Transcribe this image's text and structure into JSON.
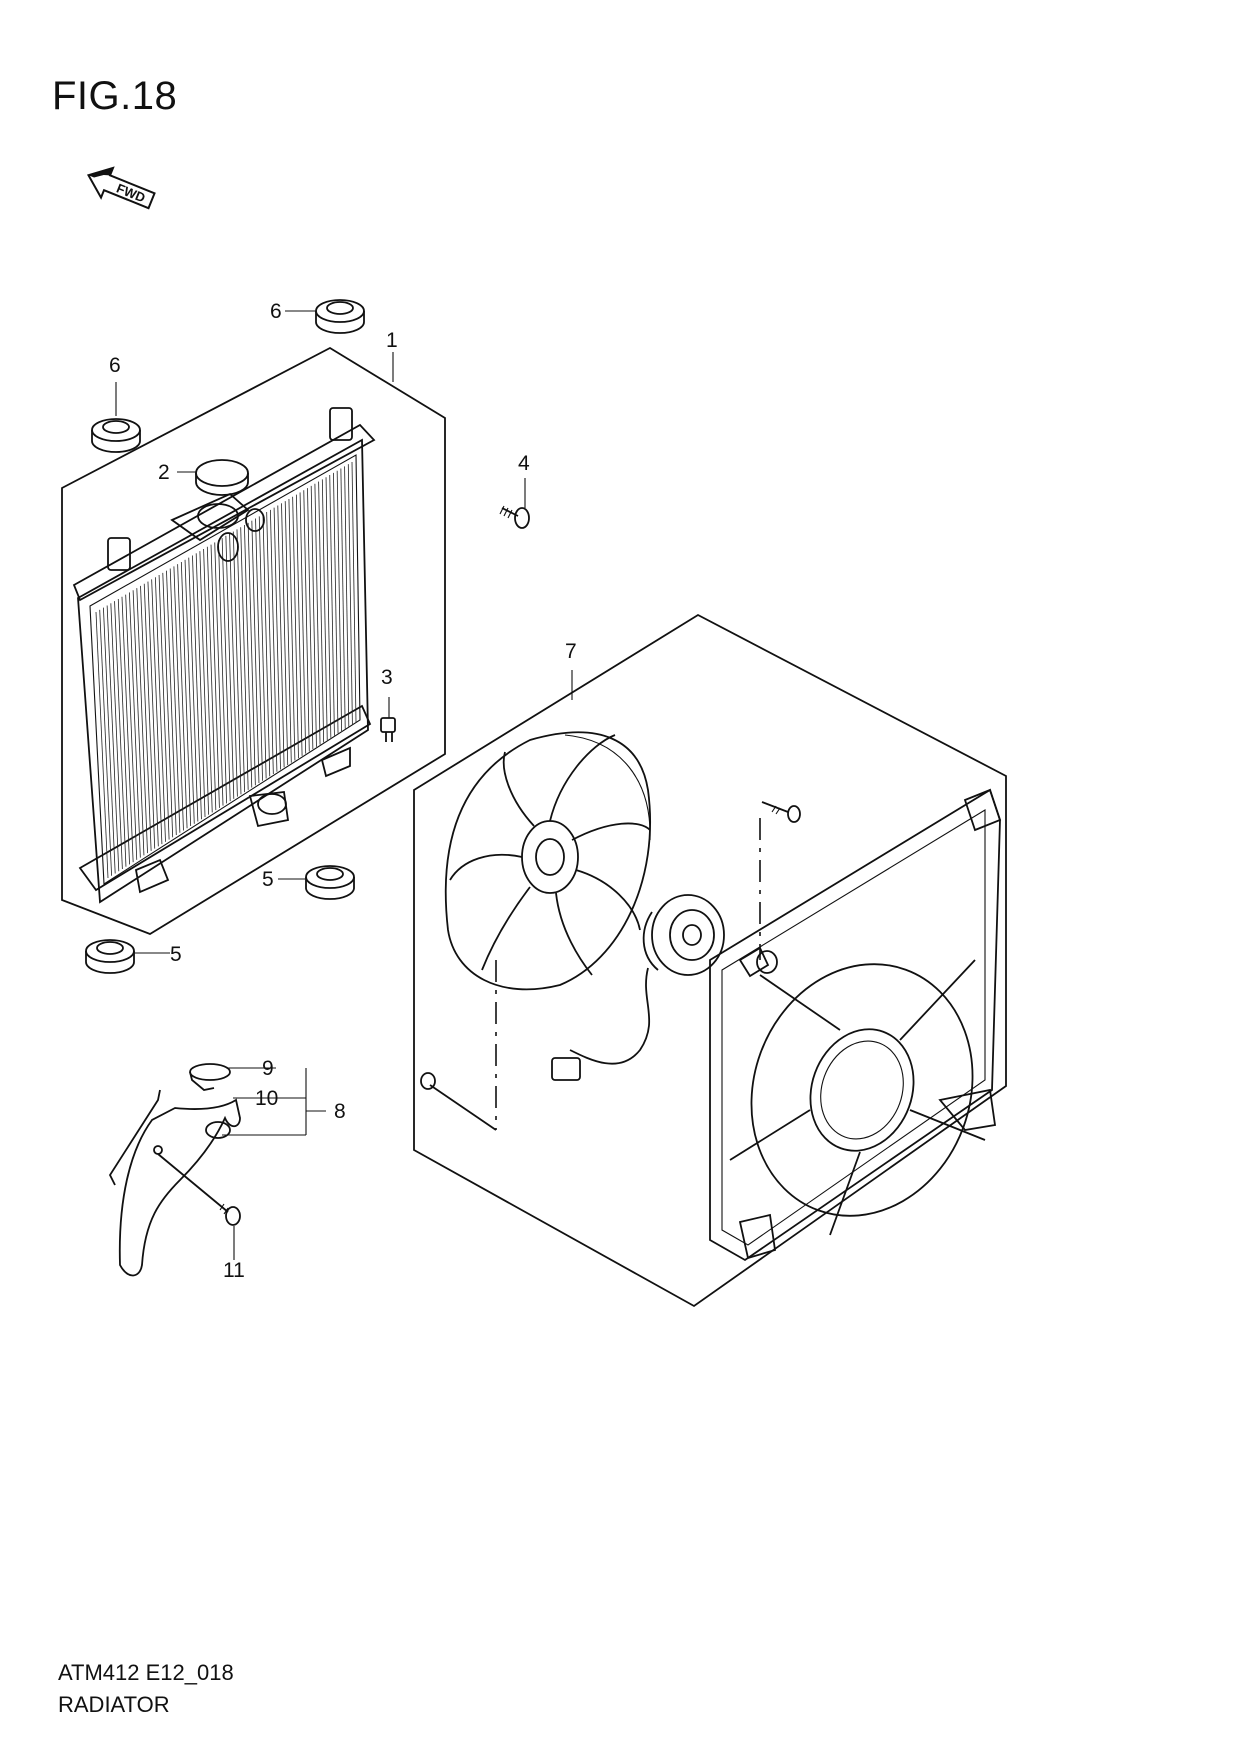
{
  "figure": {
    "title": "FIG.18"
  },
  "fwd_label": "FWD",
  "callouts": [
    "1",
    "2",
    "3",
    "4",
    "5",
    "5",
    "6",
    "6",
    "7",
    "8",
    "9",
    "10",
    "11"
  ],
  "footer": {
    "code": "ATM412 E12_018",
    "name": "RADIATOR"
  }
}
